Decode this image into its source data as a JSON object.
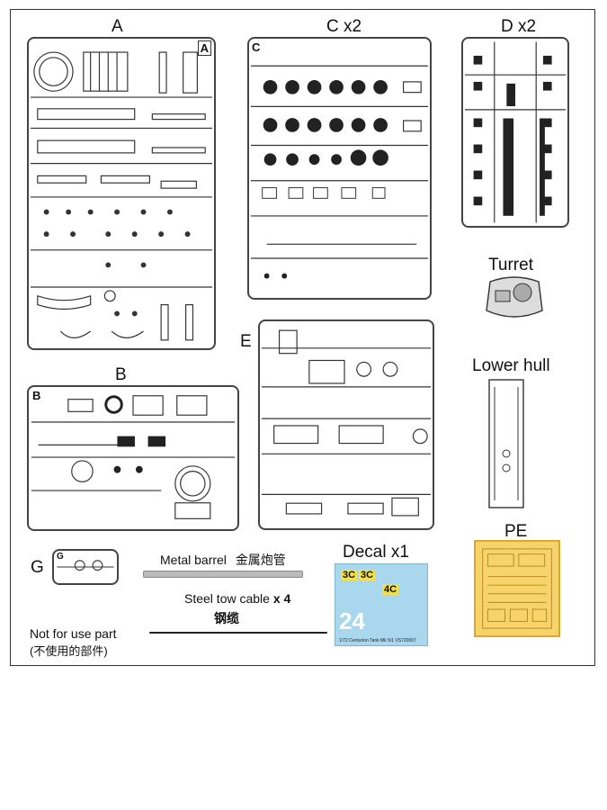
{
  "sprues": {
    "a": {
      "label": "A",
      "tag": "A"
    },
    "b": {
      "label": "B",
      "tag": "B"
    },
    "c": {
      "label": "C x2",
      "tag": "C"
    },
    "d": {
      "label": "D x2"
    },
    "e": {
      "label": "E"
    },
    "g": {
      "label": "G",
      "tag": "G"
    }
  },
  "parts": {
    "turret": "Turret",
    "lower_hull": "Lower hull",
    "pe": "PE",
    "decal": "Decal x1",
    "metal_barrel_en": "Metal barrel",
    "metal_barrel_cn": "金属炮管",
    "tow_cable_en": "Steel tow cable",
    "tow_cable_qty": "x 4",
    "tow_cable_cn": "钢缆",
    "not_for_use_en": "Not for use part",
    "not_for_use_cn": "(不使用的部件)"
  },
  "decal_sheet": {
    "marks": [
      "3C",
      "3C",
      "4C",
      "24"
    ],
    "caption": "1/72 Centurion Tank Mk 5/1 VS720007"
  },
  "colors": {
    "pe_fill": "#f7d36b",
    "decal_fill": "#a9d8ee"
  }
}
